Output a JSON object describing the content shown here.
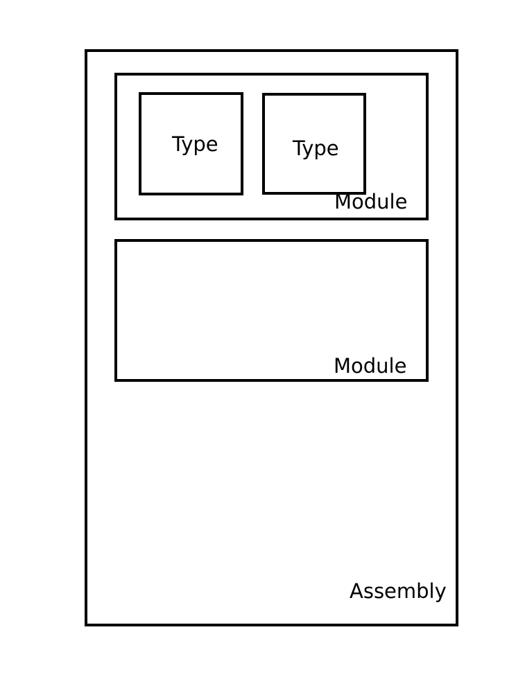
{
  "assembly": {
    "label": "Assembly",
    "modules": [
      {
        "label": "Module",
        "types": [
          {
            "label": "Type"
          },
          {
            "label": "Type"
          }
        ]
      },
      {
        "label": "Module",
        "types": []
      }
    ]
  },
  "colors": {
    "stroke": "#000000",
    "background": "#ffffff",
    "text": "#000000"
  }
}
